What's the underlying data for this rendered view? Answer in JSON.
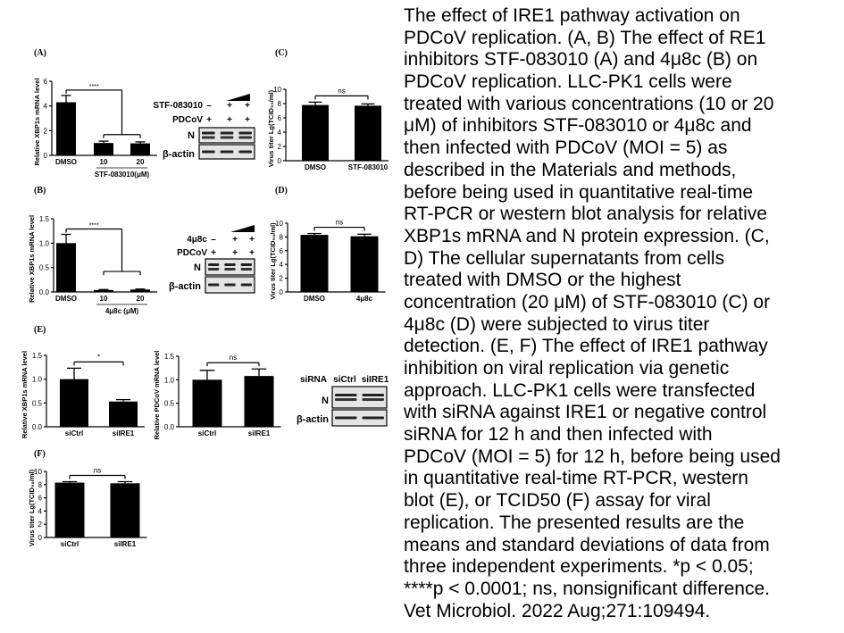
{
  "chart_data": [
    {
      "panel": "(A)",
      "type": "bar",
      "ylabel": "Relative XBP1s mRNA level",
      "ylim": [
        0,
        6
      ],
      "yticks": [
        "0",
        "2",
        "4",
        "6"
      ],
      "categories": [
        "DMSO",
        "10",
        "20"
      ],
      "values": [
        4.3,
        1.0,
        0.97
      ],
      "errors": [
        0.55,
        0.15,
        0.12
      ],
      "group_label": "STF-083010(μM)",
      "significance": "****"
    },
    {
      "panel": "(B)",
      "type": "bar",
      "ylabel": "Relative XBP1s mRNA level",
      "ylim": [
        0,
        1.5
      ],
      "yticks": [
        "0.0",
        "0.5",
        "1.0",
        "1.5"
      ],
      "categories": [
        "DMSO",
        "10",
        "20"
      ],
      "values": [
        1.0,
        0.04,
        0.05
      ],
      "errors": [
        0.18,
        0.01,
        0.01
      ],
      "group_label": "4μ8c (μM)",
      "significance": "****"
    },
    {
      "panel": "(C)",
      "type": "bar",
      "ylabel": "Virus titer Lg(TCID₅₀/ml)",
      "ylim": [
        0,
        10
      ],
      "yticks": [
        "0",
        "2",
        "4",
        "6",
        "8",
        "10"
      ],
      "categories": [
        "DMSO",
        "STF-083010"
      ],
      "values": [
        7.8,
        7.7
      ],
      "errors": [
        0.4,
        0.25
      ],
      "significance": "ns"
    },
    {
      "panel": "(D)",
      "type": "bar",
      "ylabel": "Virus titer Lg(TCID₅₀/ml)",
      "ylim": [
        0,
        10
      ],
      "yticks": [
        "0",
        "2",
        "4",
        "6",
        "8",
        "10"
      ],
      "categories": [
        "DMSO",
        "4μ8c"
      ],
      "values": [
        8.3,
        8.1
      ],
      "errors": [
        0.2,
        0.3
      ],
      "significance": "ns"
    },
    {
      "panel": "(E)",
      "type": "bar",
      "ylabel": "Relative XBP1s mRNA level",
      "ylim": [
        0,
        1.5
      ],
      "yticks": [
        "0.0",
        "0.5",
        "1.0",
        "1.5"
      ],
      "categories": [
        "siCtrl",
        "siIRE1"
      ],
      "values": [
        1.0,
        0.53
      ],
      "errors": [
        0.23,
        0.04
      ],
      "significance": "*"
    },
    {
      "panel": "",
      "type": "bar",
      "ylabel": "Relative PDCoV mRNA level",
      "ylim": [
        0,
        1.5
      ],
      "yticks": [
        "0.0",
        "0.5",
        "1.0",
        "1.5"
      ],
      "categories": [
        "siCtrl",
        "siIRE1"
      ],
      "values": [
        1.0,
        1.08
      ],
      "errors": [
        0.2,
        0.15
      ],
      "significance": "ns"
    },
    {
      "panel": "(F)",
      "type": "bar",
      "ylabel": "Virus titer Lg(TCID₅₀/ml)",
      "ylim": [
        0,
        10
      ],
      "yticks": [
        "0",
        "2",
        "4",
        "6",
        "8",
        "10"
      ],
      "categories": [
        "siCtrl",
        "siIRE1"
      ],
      "values": [
        8.3,
        8.2
      ],
      "errors": [
        0.15,
        0.25
      ],
      "significance": "ns"
    }
  ],
  "blots": [
    {
      "rows": [
        {
          "label": "STF-083010",
          "signs": [
            "–",
            "+",
            "+"
          ]
        },
        {
          "label": "PDCoV",
          "signs": [
            "+",
            "+",
            "+"
          ]
        }
      ],
      "bands": [
        "N",
        "β-actin"
      ]
    },
    {
      "rows": [
        {
          "label": "4μ8c",
          "signs": [
            "–",
            "+",
            "+"
          ]
        },
        {
          "label": "PDCoV",
          "signs": [
            "+",
            "+",
            "+"
          ]
        }
      ],
      "bands": [
        "N",
        "β-actin"
      ]
    },
    {
      "rows": [
        {
          "label": "siRNA",
          "signs": [
            "siCtrl",
            "siIRE1"
          ]
        }
      ],
      "bands": [
        "N",
        "β-actin"
      ]
    }
  ],
  "caption": [
    "The effect of IRE1 pathway activation on",
    "PDCoV replication. (A, B) The effect of RE1",
    "inhibitors STF-083010 (A) and 4μ8c (B) on",
    "PDCoV replication. LLC-PK1 cells were",
    "treated with various concentrations (10 or 20",
    "μM) of inhibitors STF-083010 or 4μ8c and",
    "then infected with PDCoV (MOI = 5) as",
    "described in the Materials and methods,",
    "before being used in quantitative real-time",
    "RT-PCR or western blot analysis for relative",
    "XBP1s mRNA and N protein expression. (C,",
    "D) The cellular supernatants from cells",
    "treated with DMSO or the highest",
    "concentration (20 μM) of STF-083010 (C) or",
    "4μ8c (D) were subjected to virus titer",
    "detection. (E, F) The effect of IRE1 pathway",
    "inhibition on viral replication via genetic",
    "approach. LLC-PK1 cells were transfected",
    "with siRNA against IRE1 or negative control",
    "siRNA for 12 h and then infected with",
    "PDCoV (MOI = 5) for 12 h, before being used",
    "in quantitative real-time RT-PCR, western",
    "blot (E), or TCID50 (F) assay for viral",
    "replication. The presented results are the",
    "means and standard deviations of data from",
    "three independent experiments. *p < 0.05;",
    "****p < 0.0001; ns, nonsignificant difference.",
    "Vet Microbiol. 2022 Aug;271:109494."
  ]
}
